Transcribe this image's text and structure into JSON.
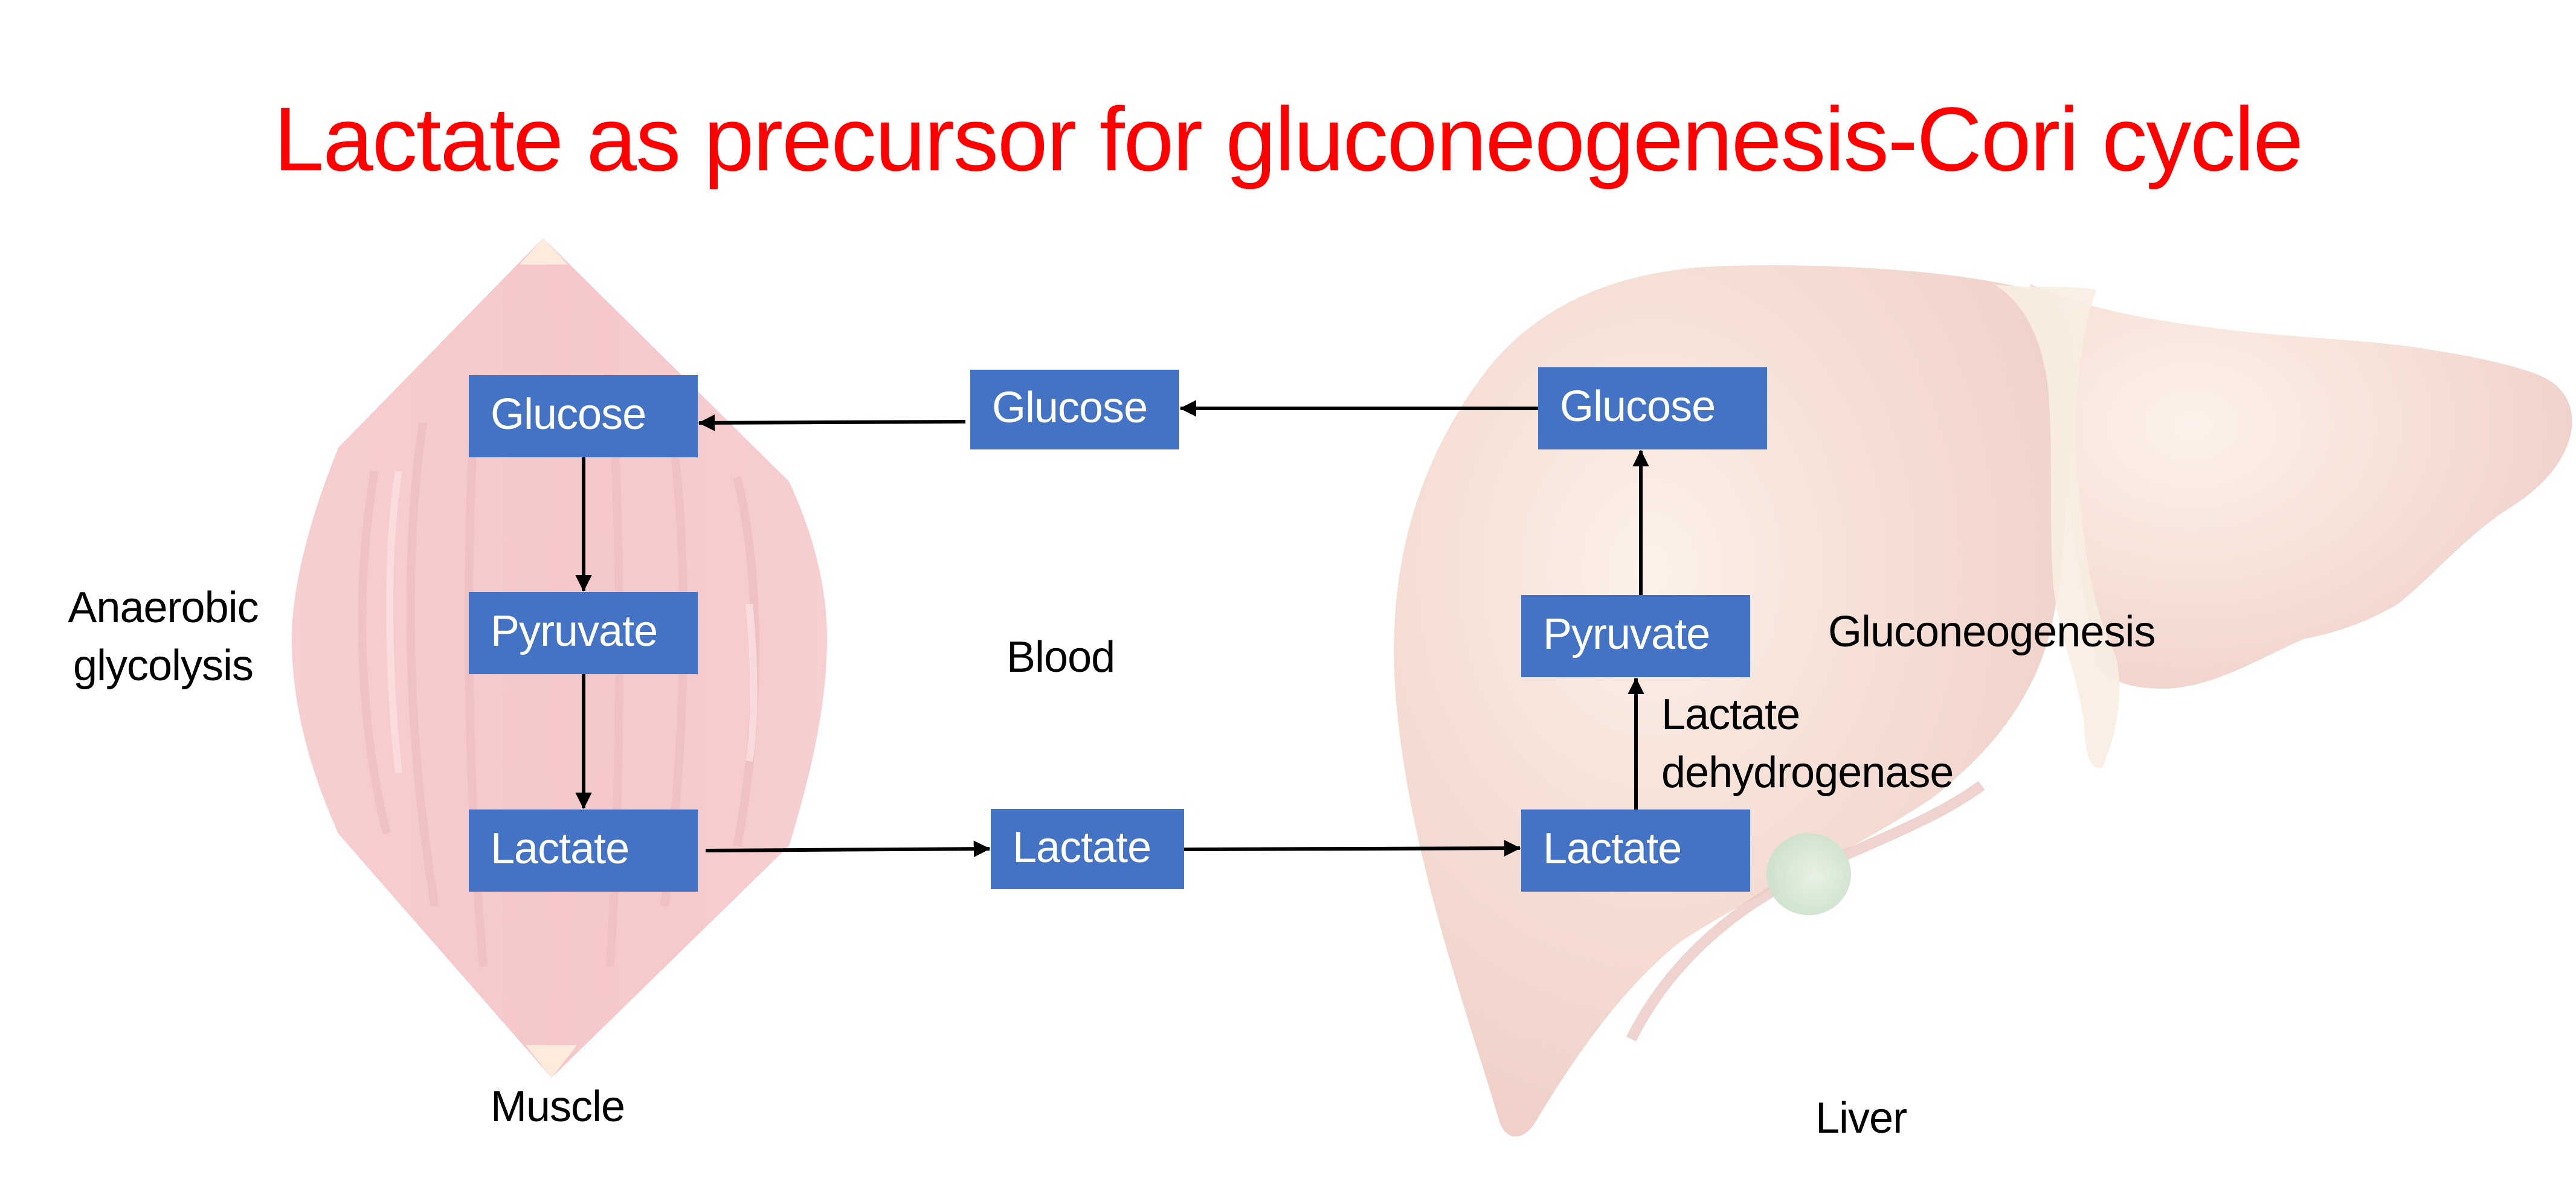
{
  "title": "Lactate as precursor for gluconeogenesis-Cori cycle",
  "colors": {
    "title": "#FF0000",
    "box_fill": "#4472C4",
    "box_text": "#FFFFFF",
    "arrow": "#000000",
    "muscle_fill": "#F6C9CB",
    "muscle_tendon": "#FDEBDD",
    "liver_fill": "#F2D6CF",
    "liver_highlight": "#FBEFE6",
    "ligament_fill": "#F8EDE2",
    "gallbladder_fill": "#D5E8D4"
  },
  "regions": {
    "muscle": {
      "label": "Muscle",
      "process": "Anaerobic glycolysis",
      "process_lines": [
        "Anaerobic",
        "glycolysis"
      ]
    },
    "blood": {
      "label": "Blood"
    },
    "liver": {
      "label": "Liver",
      "process": "Gluconeogenesis"
    }
  },
  "nodes": {
    "muscle_glucose": "Glucose",
    "muscle_pyruvate": "Pyruvate",
    "muscle_lactate": "Lactate",
    "blood_glucose": "Glucose",
    "blood_lactate": "Lactate",
    "liver_glucose": "Glucose",
    "liver_pyruvate": "Pyruvate",
    "liver_lactate": "Lactate"
  },
  "enzyme_label": {
    "lines": [
      "Lactate",
      "dehydrogenase"
    ],
    "full": "Lactate dehydrogenase"
  },
  "edges": [
    {
      "from": "muscle_glucose",
      "to": "muscle_pyruvate"
    },
    {
      "from": "muscle_pyruvate",
      "to": "muscle_lactate"
    },
    {
      "from": "muscle_lactate",
      "to": "blood_lactate"
    },
    {
      "from": "blood_lactate",
      "to": "liver_lactate"
    },
    {
      "from": "liver_lactate",
      "to": "liver_pyruvate",
      "label": "Lactate dehydrogenase"
    },
    {
      "from": "liver_pyruvate",
      "to": "liver_glucose"
    },
    {
      "from": "liver_glucose",
      "to": "blood_glucose"
    },
    {
      "from": "blood_glucose",
      "to": "muscle_glucose"
    }
  ]
}
